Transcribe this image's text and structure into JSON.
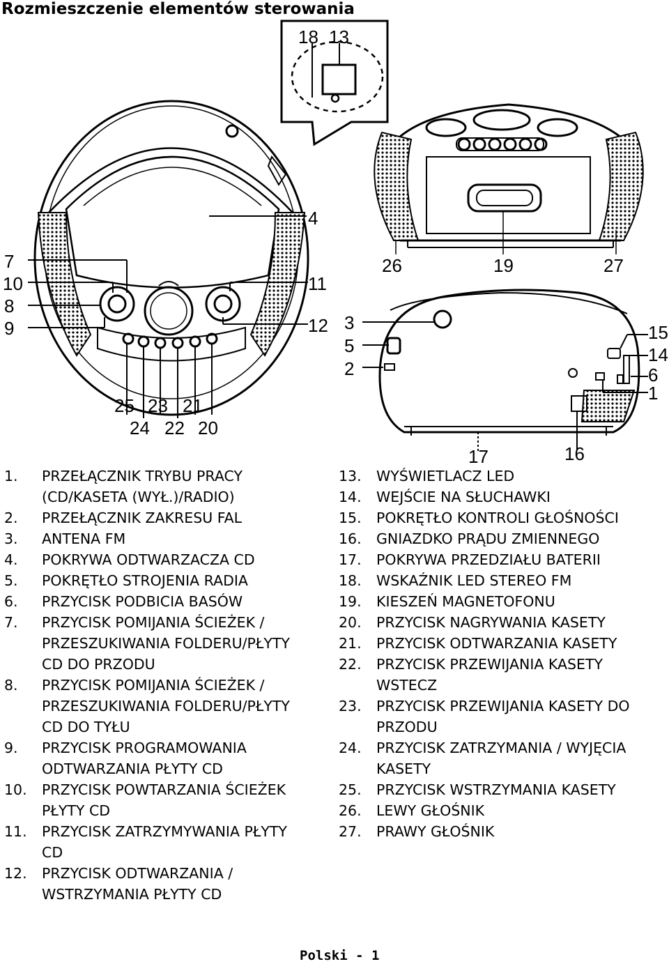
{
  "page": {
    "title": "Rozmieszczenie elementów sterowania",
    "footer": "Polski - 1"
  },
  "figure_labels": {
    "top_view": [
      "18",
      "13",
      "4",
      "7",
      "10",
      "8",
      "9",
      "11",
      "12",
      "25",
      "23",
      "21",
      "24",
      "22",
      "20"
    ],
    "front_view": [
      "26",
      "19",
      "27"
    ],
    "back_view": [
      "3",
      "5",
      "2",
      "15",
      "14",
      "6",
      "1",
      "17",
      "16"
    ]
  },
  "left_items": [
    {
      "num": "1.",
      "text": "PRZEŁĄCZNIK TRYBU PRACY\n(CD/KASETA (WYŁ.)/RADIO)"
    },
    {
      "num": "2.",
      "text": "PRZEŁĄCZNIK ZAKRESU FAL"
    },
    {
      "num": "3.",
      "text": "ANTENA FM"
    },
    {
      "num": "4.",
      "text": "POKRYWA ODTWARZACZA CD"
    },
    {
      "num": "5.",
      "text": "POKRĘTŁO STROJENIA RADIA"
    },
    {
      "num": "6.",
      "text": "PRZYCISK PODBICIA BASÓW"
    },
    {
      "num": "7.",
      "text": "PRZYCISK POMIJANIA ŚCIEŻEK /\nPRZESZUKIWANIA FOLDERU/PŁYTY\nCD DO PRZODU"
    },
    {
      "num": "8.",
      "text": "PRZYCISK POMIJANIA ŚCIEŻEK /\nPRZESZUKIWANIA FOLDERU/PŁYTY\nCD DO TYŁU"
    },
    {
      "num": "9.",
      "text": "PRZYCISK PROGRAMOWANIA\nODTWARZANIA PŁYTY CD"
    },
    {
      "num": "10.",
      "text": "PRZYCISK POWTARZANIA ŚCIEŻEK\nPŁYTY CD"
    },
    {
      "num": "11.",
      "text": "PRZYCISK ZATRZYMYWANIA PŁYTY\nCD"
    },
    {
      "num": "12.",
      "text": "PRZYCISK ODTWARZANIA /\nWSTRZYMANIA PŁYTY CD"
    }
  ],
  "right_items": [
    {
      "num": "13.",
      "text": "WYŚWIETLACZ LED"
    },
    {
      "num": "14.",
      "text": "WEJŚCIE NA SŁUCHAWKI"
    },
    {
      "num": "15.",
      "text": "POKRĘTŁO KONTROLI GŁOŚNOŚCI"
    },
    {
      "num": "16.",
      "text": "GNIAZDKO PRĄDU ZMIENNEGO"
    },
    {
      "num": "17.",
      "text": "POKRYWA PRZEDZIAŁU BATERII"
    },
    {
      "num": "18.",
      "text": "WSKAŹNIK LED STEREO FM"
    },
    {
      "num": "19.",
      "text": "KIESZEŃ MAGNETOFONU"
    },
    {
      "num": "20.",
      "text": "PRZYCISK NAGRYWANIA KASETY"
    },
    {
      "num": "21.",
      "text": "PRZYCISK ODTWARZANIA KASETY"
    },
    {
      "num": "22.",
      "text": "PRZYCISK PRZEWIJANIA KASETY\nWSTECZ"
    },
    {
      "num": "23.",
      "text": "PRZYCISK PRZEWIJANIA KASETY DO\nPRZODU"
    },
    {
      "num": "24.",
      "text": "PRZYCISK ZATRZYMANIA / WYJĘCIA\nKASETY"
    },
    {
      "num": "25.",
      "text": "PRZYCISK WSTRZYMANIA KASETY"
    },
    {
      "num": "26.",
      "text": "LEWY GŁOŚNIK"
    },
    {
      "num": "27.",
      "text": "PRAWY GŁOŚNIK"
    }
  ]
}
